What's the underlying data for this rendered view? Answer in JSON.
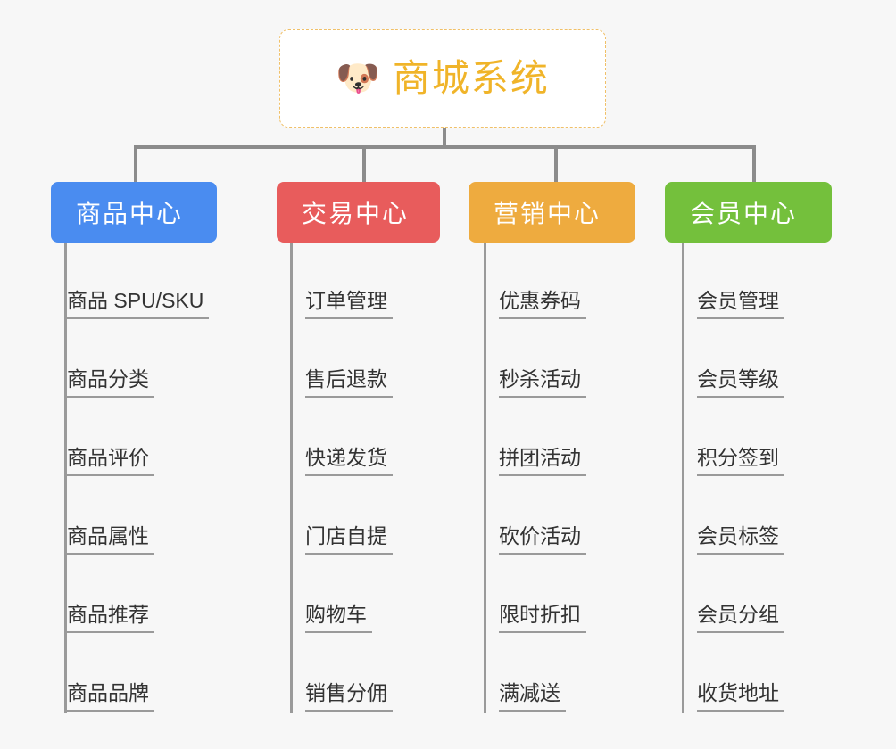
{
  "diagram": {
    "title": "商城系统",
    "type": "mindmap",
    "background_color": "#f7f7f7",
    "root": {
      "label": "商城系统",
      "icon": "dog-face-emoji",
      "emoji": "🐶",
      "text_color": "#f0b429",
      "border_color": "#f0c068",
      "background_color": "#ffffff"
    },
    "branches": [
      {
        "label": "商品中心",
        "color": "#4a8cf0",
        "items": [
          "商品 SPU/SKU",
          "商品分类",
          "商品评价",
          "商品属性",
          "商品推荐",
          "商品品牌"
        ]
      },
      {
        "label": "交易中心",
        "color": "#e85c5c",
        "items": [
          "订单管理",
          "售后退款",
          "快递发货",
          "门店自提",
          "购物车",
          "销售分佣"
        ]
      },
      {
        "label": "营销中心",
        "color": "#eeab3f",
        "items": [
          "优惠券码",
          "秒杀活动",
          "拼团活动",
          "砍价活动",
          "限时折扣",
          "满减送"
        ]
      },
      {
        "label": "会员中心",
        "color": "#74c03c",
        "items": [
          "会员管理",
          "会员等级",
          "积分签到",
          "会员标签",
          "会员分组",
          "收货地址"
        ]
      }
    ]
  }
}
